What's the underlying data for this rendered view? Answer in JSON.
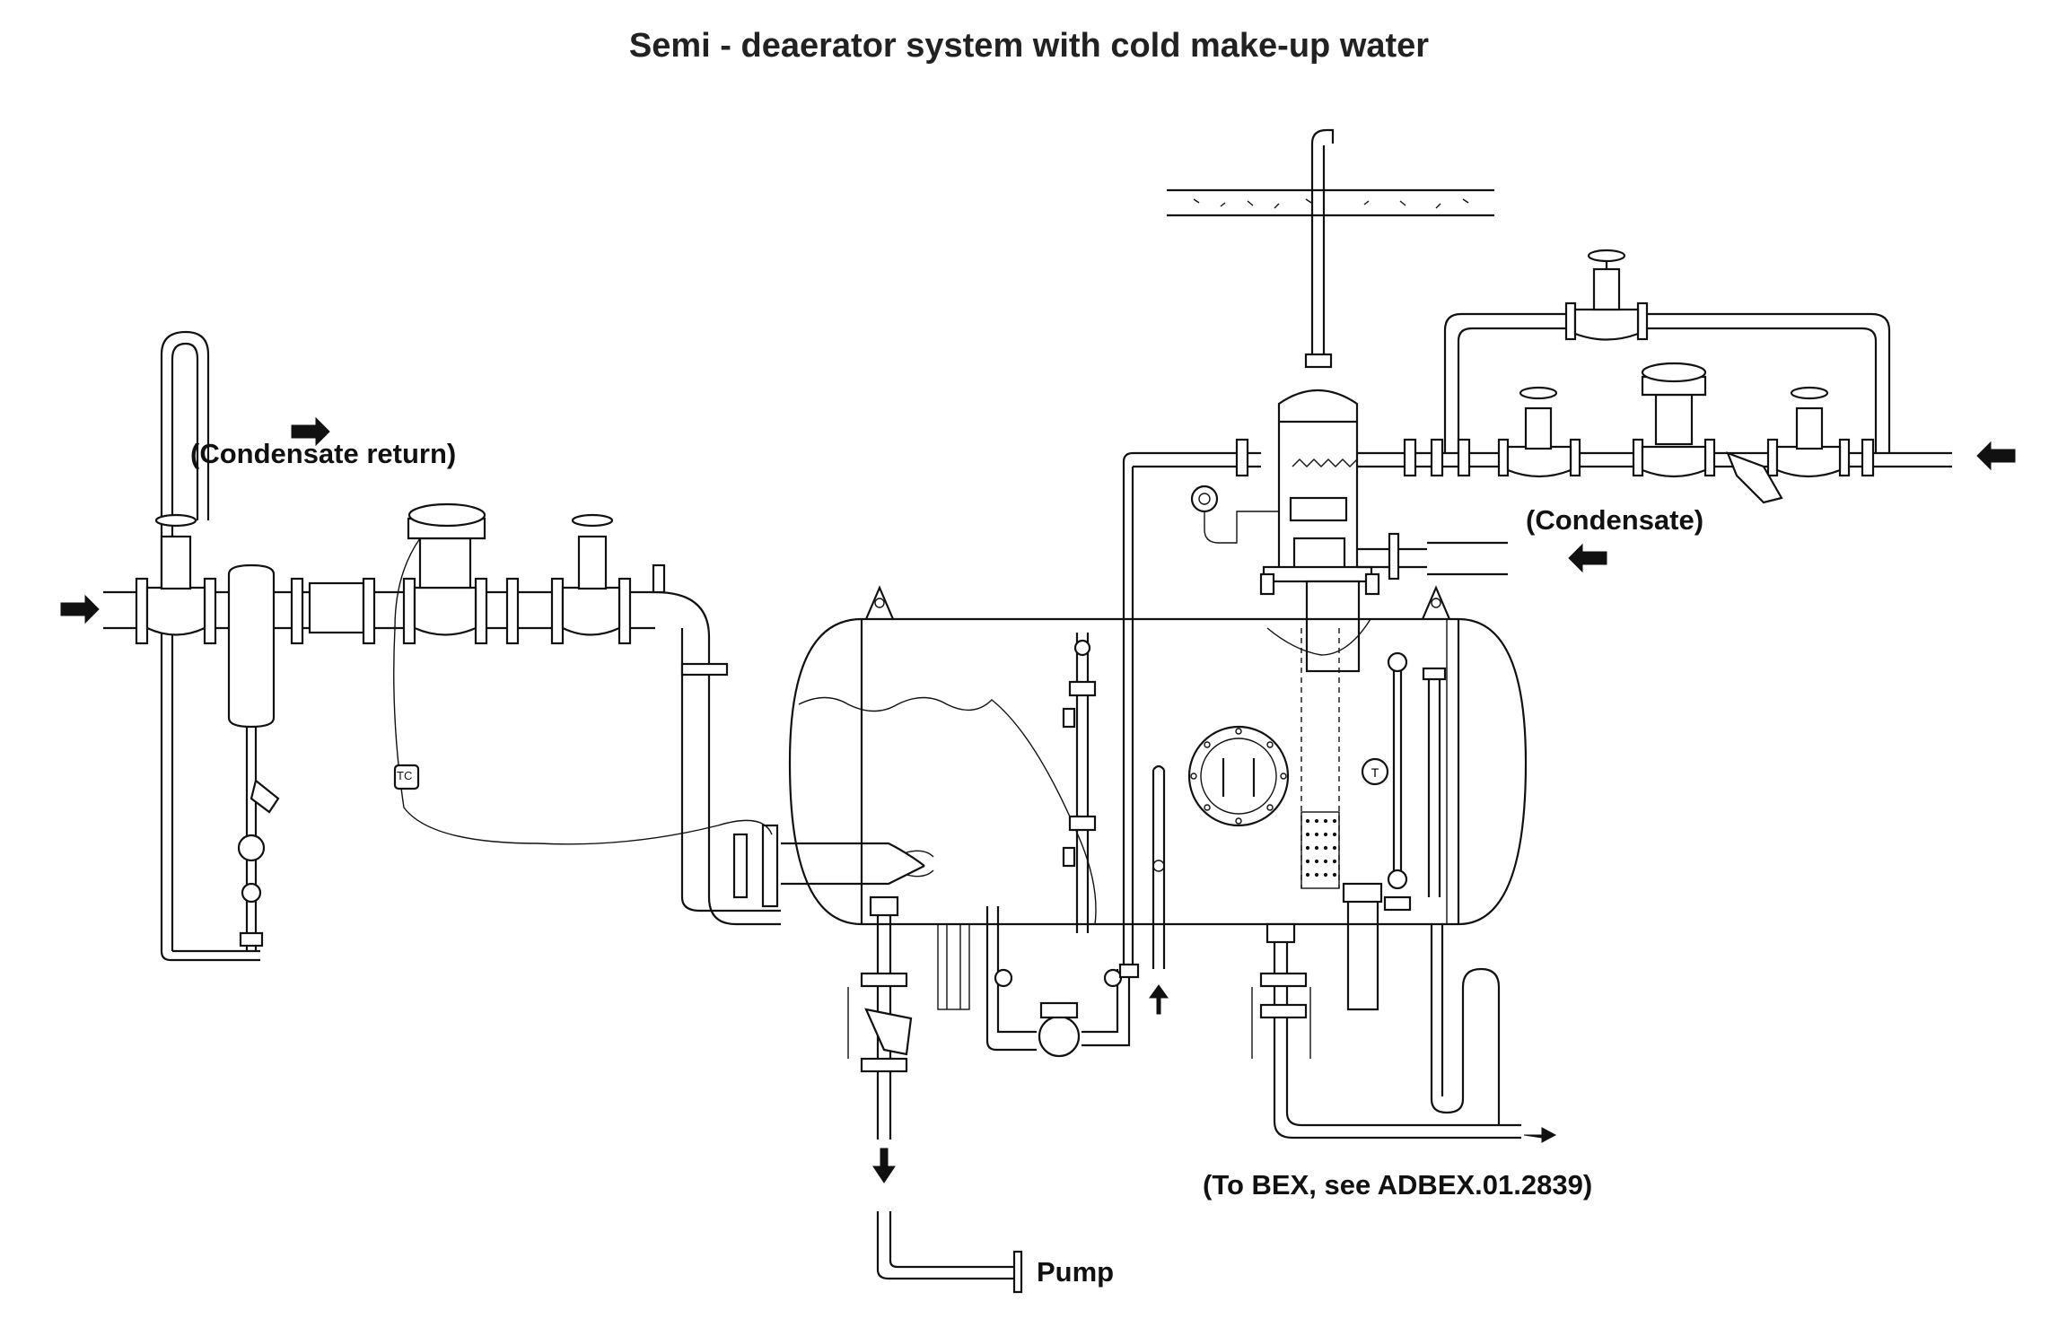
{
  "diagram": {
    "title": "Semi - deaerator system with cold make-up water",
    "labels": {
      "condensate_return": "(Condensate return)",
      "condensate": "(Condensate)",
      "to_bex": "(To BEX, see ADBEX.01.2839)",
      "pump": "Pump",
      "tc": "TC"
    },
    "colors": {
      "line": "#111111",
      "background": "#ffffff",
      "title": "#222222"
    }
  }
}
